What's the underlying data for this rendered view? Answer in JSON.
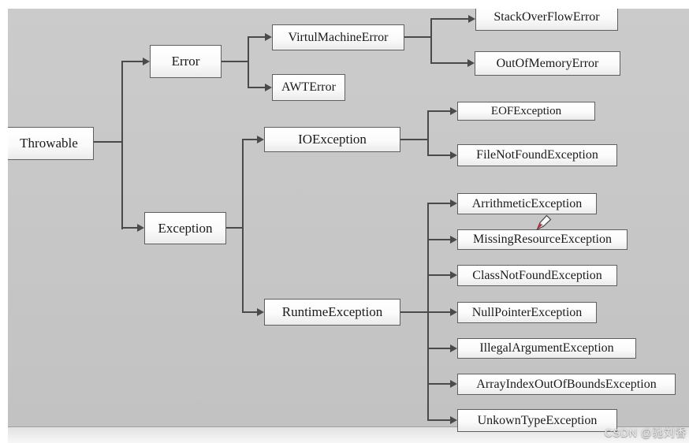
{
  "tree": {
    "label": "Throwable",
    "children": [
      {
        "label": "Error",
        "children": [
          {
            "label": "VirtulMachineError",
            "children": [
              {
                "label": "StackOverFlowError"
              },
              {
                "label": "OutOfMemoryError"
              }
            ]
          },
          {
            "label": "AWTError"
          }
        ]
      },
      {
        "label": "Exception",
        "children": [
          {
            "label": "IOException",
            "children": [
              {
                "label": "EOFException"
              },
              {
                "label": "FileNotFoundException"
              }
            ]
          },
          {
            "label": "RuntimeException",
            "children": [
              {
                "label": "ArrithmeticException"
              },
              {
                "label": "MissingResourceException"
              },
              {
                "label": "ClassNotFoundException"
              },
              {
                "label": "NullPointerException"
              },
              {
                "label": "IllegalArgumentException"
              },
              {
                "label": "ArrayIndexOutOfBoundsException"
              },
              {
                "label": "UnkownTypeException"
              }
            ]
          }
        ]
      }
    ]
  },
  "watermark": {
    "text": "CSDN @驰刘香"
  },
  "colors": {
    "slide_background": "#c7c7c7",
    "box_fill": "#fafafa",
    "box_border": "#5f5f5f",
    "connector_line": "#4a4a4a",
    "cursor_tip_red": "#c5283d"
  }
}
